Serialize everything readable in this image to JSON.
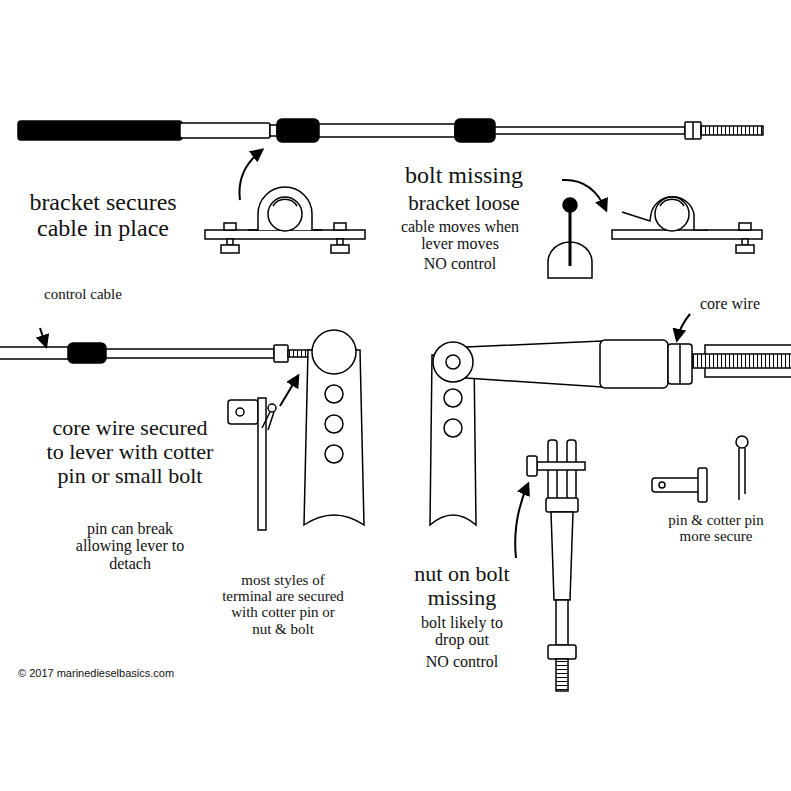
{
  "diagram": {
    "labels": [
      "bracket secures cable in place",
      "bolt missing",
      "bracket loose",
      "cable moves when lever moves",
      "NO control",
      "control cable",
      "core wire",
      "core wire secured to lever with cotter pin or small bolt",
      "pin can break allowing lever to detach",
      "most styles of terminal are secured with cotter pin or nut & bolt",
      "nut on bolt missing",
      "bolt likely to drop out",
      "NO control",
      "pin & cotter pin more secure",
      "© 2017 marinedieselbasics.com"
    ]
  }
}
